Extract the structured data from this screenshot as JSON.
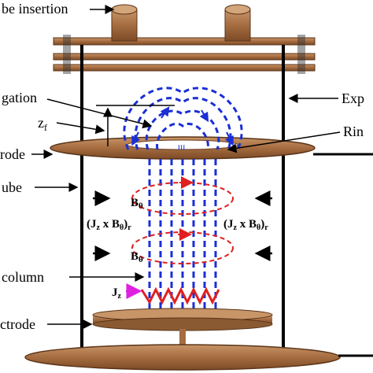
{
  "labels": {
    "probe_insertion": "be insertion",
    "elongation": "gation",
    "zf": "z",
    "zf_sub": "f",
    "electrode_top": "rode",
    "tube": "ube",
    "column": "column",
    "electrode_bottom": "ctrode",
    "expansion": "Exp",
    "ring": "Rin",
    "b_theta_upper": "B",
    "b_theta_upper_sub": "θ",
    "b_theta_lower": "B",
    "b_theta_lower_sub": "θ",
    "jxb_left": "(J",
    "jxb_left_z": "z",
    "jxb_left_mid": " x B",
    "jxb_left_theta": "θ",
    "jxb_left_end": ")",
    "jxb_left_r": "r",
    "jxb_right": "(J",
    "jxb_right_z": "z",
    "jxb_right_mid": " x B",
    "jxb_right_theta": "θ",
    "jxb_right_end": ")",
    "jxb_right_r": "r",
    "jz": "J",
    "jz_sub": "z"
  },
  "colors": {
    "wood": "#b07a4c",
    "wood_dark": "#7a4a26",
    "field_blue": "#1a2fd6",
    "current_red": "#e02020",
    "jz_arrow": "#e020e0"
  }
}
